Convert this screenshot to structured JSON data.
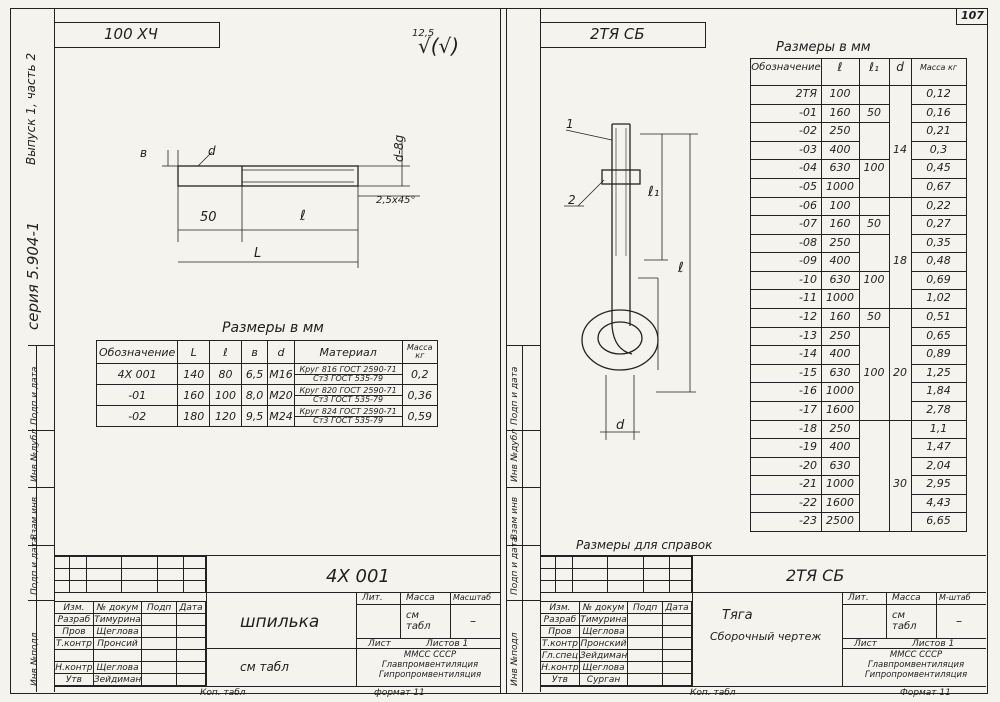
{
  "page_number": "107",
  "left_margin": {
    "series": "серия 5.904-1",
    "issue": "Выпуск 1, часть 2",
    "stamps": [
      "Инв №подл",
      "Подп и дата",
      "Взам инв",
      "Инв №дубл",
      "Подп и дата"
    ]
  },
  "left_sheet": {
    "top_stamp": "100 ХЧ",
    "roughness": "12,5",
    "roughness_symbol": "√(√)",
    "dims": {
      "b": "в",
      "d": "d",
      "d8g": "d-8g",
      "len50": "50",
      "l": "ℓ",
      "L": "L",
      "chamfer": "2,5х45°"
    },
    "table_title": "Размеры в мм",
    "table_headers": [
      "Обозначение",
      "L",
      "ℓ",
      "в",
      "d",
      "Материал",
      "Масса кг"
    ],
    "table_rows": [
      {
        "code": "4Х 001",
        "L": "140",
        "l": "80",
        "b": "6,5",
        "d": "М16",
        "mat_top": "Круг 816 ГОСТ 2590-71",
        "mat_bot": "Ст3 ГОСТ 535-79",
        "mass": "0,2"
      },
      {
        "code": "-01",
        "L": "160",
        "l": "100",
        "b": "8,0",
        "d": "М20",
        "mat_top": "Круг 820 ГОСТ 2590-71",
        "mat_bot": "Ст3 ГОСТ 535-79",
        "mass": "0,36"
      },
      {
        "code": "-02",
        "L": "180",
        "l": "120",
        "b": "9,5",
        "d": "М24",
        "mat_top": "Круг 824 ГОСТ 2590-71",
        "mat_bot": "Ст3 ГОСТ 535-79",
        "mass": "0,59"
      }
    ],
    "title_block": {
      "code": "4Х 001",
      "name": "шпилька",
      "material": "см табл",
      "lit": "Лит.",
      "massa": "Масса",
      "masshtab": "Масштаб",
      "mass_value": "см табл",
      "scale_value": "–",
      "sheet": "Лист",
      "sheets": "Листов 1",
      "org": "ММСС СССР Главпромвентиляция Гипропромвентиляция",
      "rows": [
        {
          "role": "Изм.",
          "name": "№ докум",
          "sign": "Подп",
          "date": "Дата"
        },
        {
          "role": "Разраб",
          "name": "Тимурина",
          "sign": "",
          "date": ""
        },
        {
          "role": "Пров",
          "name": "Щеглова",
          "sign": "",
          "date": ""
        },
        {
          "role": "Т.контр",
          "name": "Пронсий",
          "sign": "",
          "date": ""
        },
        {
          "role": "",
          "name": "",
          "sign": "",
          "date": ""
        },
        {
          "role": "Н.контр",
          "name": "Щеглова",
          "sign": "",
          "date": ""
        },
        {
          "role": "Утв",
          "name": "Зейдиман",
          "sign": "",
          "date": ""
        }
      ],
      "footer_left": "Коп. табл",
      "footer_right": "формат 11"
    }
  },
  "right_sheet": {
    "top_stamp": "2ТЯ СБ",
    "table_title": "Размеры в мм",
    "table_headers": [
      "Обозначение",
      "ℓ",
      "ℓ₁",
      "d",
      "Масса кг"
    ],
    "rows": [
      {
        "code": "2ТЯ",
        "l": "100",
        "mass": "0,12"
      },
      {
        "code": "-01",
        "l": "160",
        "mass": "0,16"
      },
      {
        "code": "-02",
        "l": "250",
        "mass": "0,21"
      },
      {
        "code": "-03",
        "l": "400",
        "mass": "0,3"
      },
      {
        "code": "-04",
        "l": "630",
        "mass": "0,45"
      },
      {
        "code": "-05",
        "l": "1000",
        "mass": "0,67"
      },
      {
        "code": "-06",
        "l": "100",
        "mass": "0,22"
      },
      {
        "code": "-07",
        "l": "160",
        "mass": "0,27"
      },
      {
        "code": "-08",
        "l": "250",
        "mass": "0,35"
      },
      {
        "code": "-09",
        "l": "400",
        "mass": "0,48"
      },
      {
        "code": "-10",
        "l": "630",
        "mass": "0,69"
      },
      {
        "code": "-11",
        "l": "1000",
        "mass": "1,02"
      },
      {
        "code": "-12",
        "l": "160",
        "mass": "0,51"
      },
      {
        "code": "-13",
        "l": "250",
        "mass": "0,65"
      },
      {
        "code": "-14",
        "l": "400",
        "mass": "0,89"
      },
      {
        "code": "-15",
        "l": "630",
        "mass": "1,25"
      },
      {
        "code": "-16",
        "l": "1000",
        "mass": "1,84"
      },
      {
        "code": "-17",
        "l": "1600",
        "mass": "2,78"
      },
      {
        "code": "-18",
        "l": "250",
        "mass": "1,1"
      },
      {
        "code": "-19",
        "l": "400",
        "mass": "1,47"
      },
      {
        "code": "-20",
        "l": "630",
        "mass": "2,04"
      },
      {
        "code": "-21",
        "l": "1000",
        "mass": "2,95"
      },
      {
        "code": "-22",
        "l": "1600",
        "mass": "4,43"
      },
      {
        "code": "-23",
        "l": "2500",
        "mass": "6,65"
      }
    ],
    "merged": [
      {
        "col": "l1",
        "text": "50",
        "from": 1,
        "span": 1
      },
      {
        "col": "l1",
        "text": "100",
        "from": 4,
        "span": 1
      },
      {
        "col": "l1",
        "text": "50",
        "from": 7,
        "span": 1
      },
      {
        "col": "l1",
        "text": "100",
        "from": 10,
        "span": 1
      },
      {
        "col": "l1",
        "text": "50",
        "from": 12,
        "span": 1
      },
      {
        "col": "l1",
        "text": "100",
        "from": 15,
        "span": 1
      },
      {
        "col": "d",
        "text": "14",
        "from": 3,
        "span": 1
      },
      {
        "col": "d",
        "text": "18",
        "from": 9,
        "span": 1
      },
      {
        "col": "d",
        "text": "20",
        "from": 15,
        "span": 1
      },
      {
        "col": "d",
        "text": "30",
        "from": 21,
        "span": 1
      }
    ],
    "leaders": {
      "item1": "1",
      "item2": "2",
      "l1": "ℓ₁",
      "l": "ℓ",
      "d": "d"
    },
    "footnote": "Размеры для справок",
    "title_block": {
      "code": "2ТЯ СБ",
      "name": "Тяга",
      "subname": "Сборочный чертеж",
      "lit": "Лит.",
      "massa": "Масса",
      "masshtab": "М-штаб",
      "mass_value": "см табл",
      "scale_value": "–",
      "sheet": "Лист",
      "sheets": "Листов 1",
      "org": "ММСС СССР Главпромвентиляция Гипропромвентиляция",
      "rows": [
        {
          "role": "Изм.",
          "name": "№ докум",
          "sign": "Подп",
          "date": "Дата"
        },
        {
          "role": "Разраб",
          "name": "Тимурина",
          "sign": "",
          "date": ""
        },
        {
          "role": "Пров",
          "name": "Щеглова",
          "sign": "",
          "date": ""
        },
        {
          "role": "Т.контр",
          "name": "Пронский",
          "sign": "",
          "date": ""
        },
        {
          "role": "Гл.спец",
          "name": "Зейдиман",
          "sign": "",
          "date": ""
        },
        {
          "role": "Н.контр",
          "name": "Щеглова",
          "sign": "",
          "date": ""
        },
        {
          "role": "Утв",
          "name": "Сурган",
          "sign": "",
          "date": ""
        }
      ],
      "footer_left": "Коп. табл",
      "footer_right": "Формат 11"
    }
  }
}
